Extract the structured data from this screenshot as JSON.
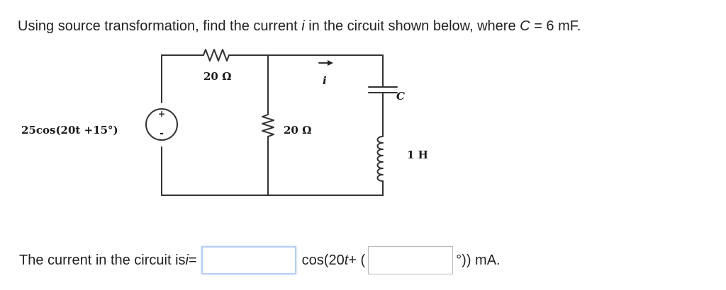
{
  "question": {
    "lead": "Using source transformation, find the current ",
    "var_i": "i",
    "middle": " in the circuit shown below, where ",
    "var_c": "C",
    "tail": " = 6 mF."
  },
  "circuit": {
    "source_label": "25cos(20t +15°)",
    "source_plus": "+",
    "source_minus": "-",
    "r_top_label": "20 Ω",
    "r_mid_label": "20 Ω",
    "current_label": "i",
    "cap_label": "C",
    "ind_label": "1 H"
  },
  "answer": {
    "prefix": "The current in the circuit is ",
    "var_i": "i",
    "equals": " =",
    "amp_value": "",
    "cos_part": "cos(20",
    "var_t": "t",
    "plus_paren": " + (",
    "phase_value": "",
    "suffix": "°)) mA."
  }
}
